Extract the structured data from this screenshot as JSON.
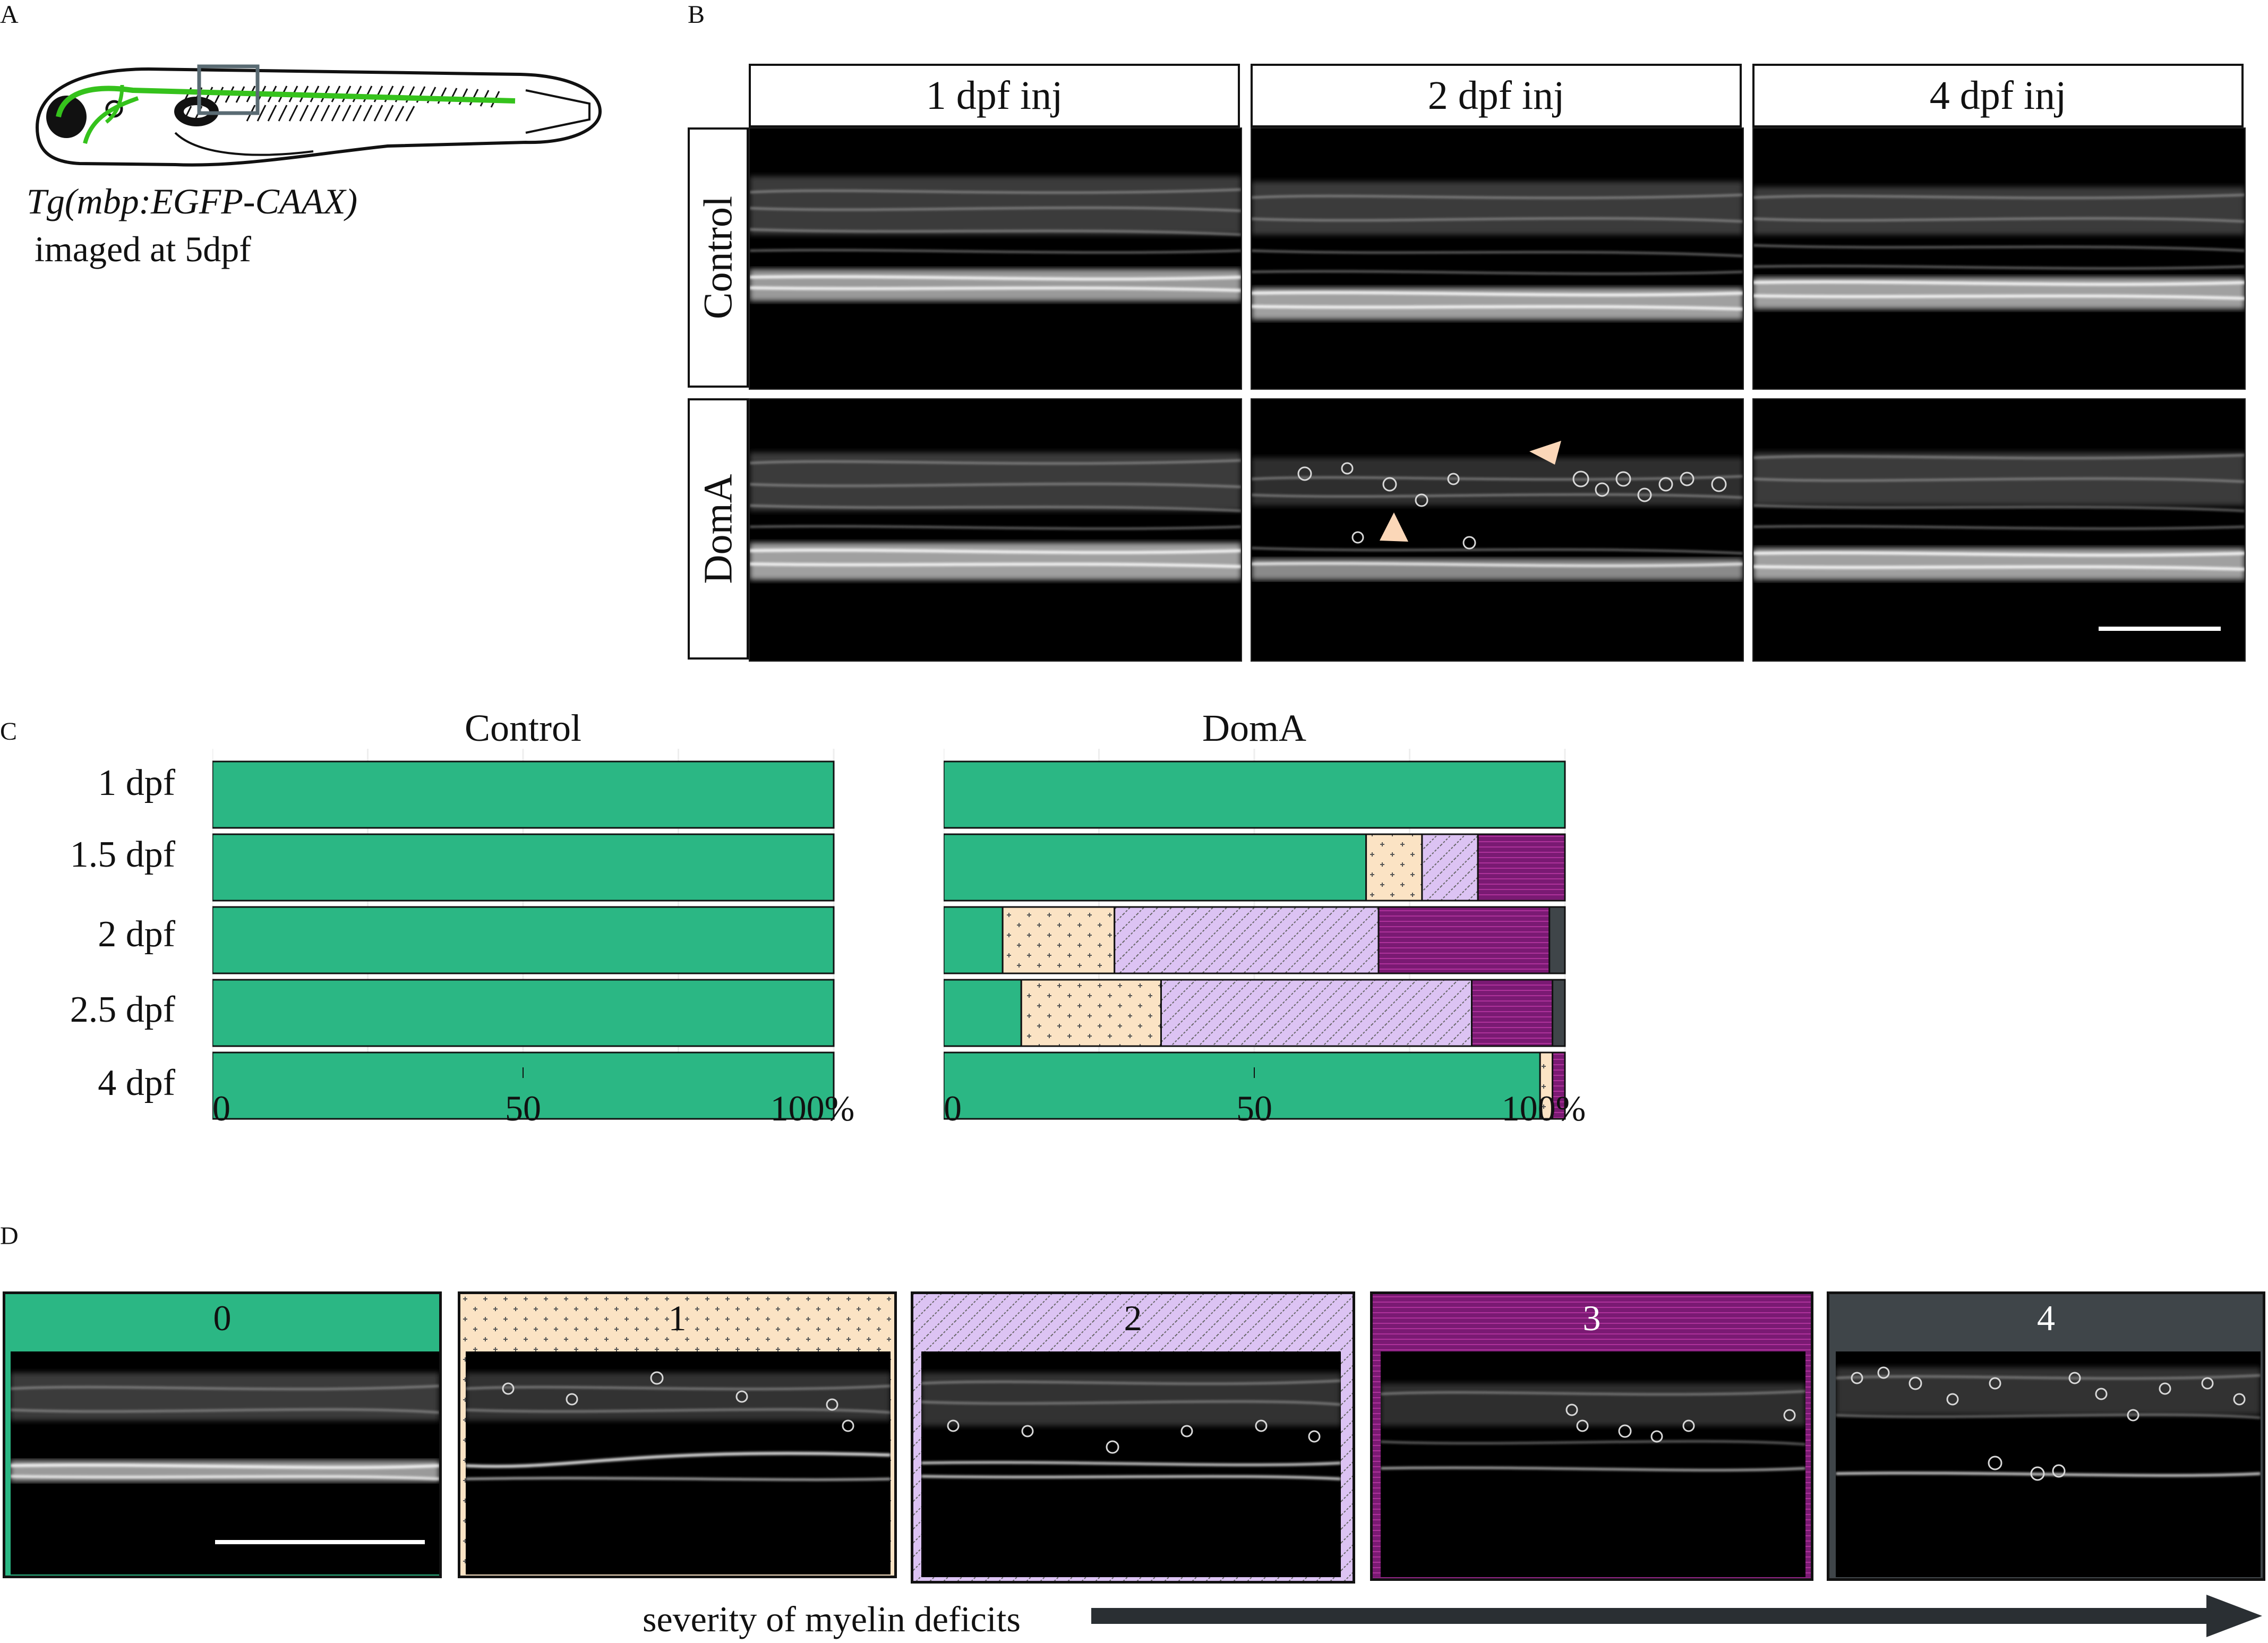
{
  "panels": {
    "a": "A",
    "b": "B",
    "c": "C",
    "d": "D"
  },
  "panel_a": {
    "genotype": "Tg(mbp:EGFP-CAAX)",
    "imaging": "imaged at 5dpf"
  },
  "panel_b": {
    "columns": [
      "1 dpf inj",
      "2 dpf inj",
      "4 dpf inj"
    ],
    "rows": [
      "Control",
      "DomA"
    ]
  },
  "panel_d": {
    "scores": [
      "0",
      "1",
      "2",
      "3",
      "4"
    ],
    "arrow_label": "severity of myelin deficits"
  },
  "colors": {
    "score0": "#2bb784",
    "score1": "#fbe3c4",
    "score2": "#dcc3f3",
    "score3": "#7a1a73",
    "score4": "#3f4549",
    "fish_green": "#35c21c"
  },
  "icons": {
    "arrowheads": "arrowhead-icon",
    "severity": "arrow-right-icon"
  },
  "chart_data": [
    {
      "type": "bar",
      "orientation": "horizontal",
      "stacked": true,
      "title": "Control",
      "categories": [
        "1 dpf",
        "1.5 dpf",
        "2 dpf",
        "2.5 dpf",
        "4 dpf"
      ],
      "series": [
        {
          "name": "0",
          "values": [
            100,
            100,
            100,
            100,
            100
          ]
        },
        {
          "name": "1",
          "values": [
            0,
            0,
            0,
            0,
            0
          ]
        },
        {
          "name": "2",
          "values": [
            0,
            0,
            0,
            0,
            0
          ]
        },
        {
          "name": "3",
          "values": [
            0,
            0,
            0,
            0,
            0
          ]
        },
        {
          "name": "4",
          "values": [
            0,
            0,
            0,
            0,
            0
          ]
        }
      ],
      "xticks": [
        "0",
        "50",
        "100%"
      ],
      "xlim": [
        0,
        100
      ]
    },
    {
      "type": "bar",
      "orientation": "horizontal",
      "stacked": true,
      "title": "DomA",
      "categories": [
        "1 dpf",
        "1.5 dpf",
        "2 dpf",
        "2.5 dpf",
        "4 dpf"
      ],
      "series": [
        {
          "name": "0",
          "values": [
            100,
            68,
            9.5,
            12.5,
            96
          ]
        },
        {
          "name": "1",
          "values": [
            0,
            9,
            18,
            22.5,
            2
          ]
        },
        {
          "name": "2",
          "values": [
            0,
            9,
            42.5,
            50,
            0
          ]
        },
        {
          "name": "3",
          "values": [
            0,
            14,
            27.5,
            13,
            2
          ]
        },
        {
          "name": "4",
          "values": [
            0,
            0,
            2.5,
            2,
            0
          ]
        }
      ],
      "xticks": [
        "0",
        "50",
        "100%"
      ],
      "xlim": [
        0,
        100
      ]
    }
  ]
}
